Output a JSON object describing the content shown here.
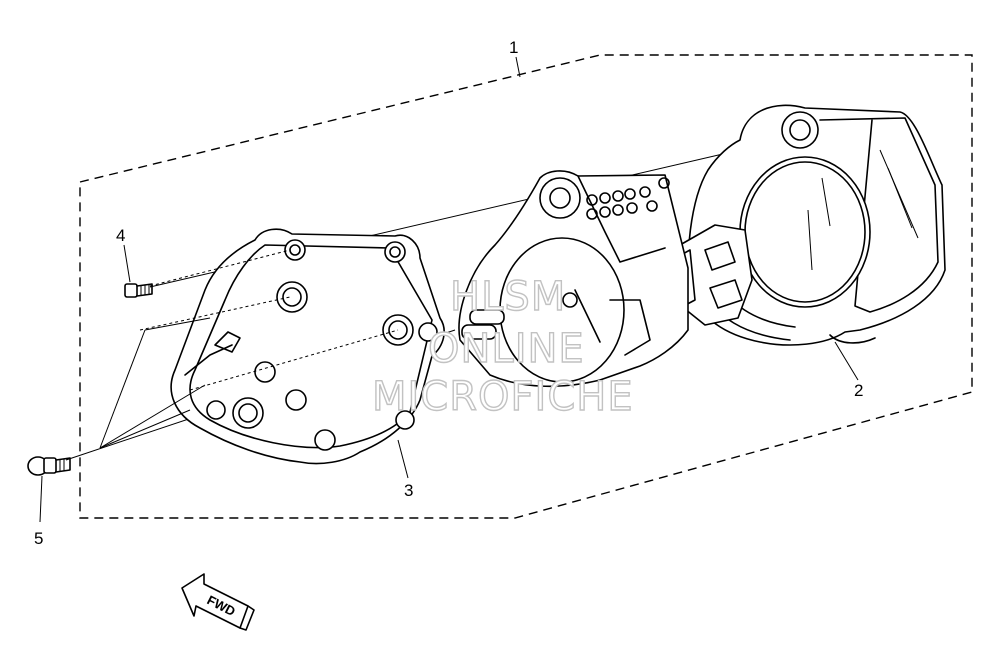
{
  "callouts": {
    "part_1": "1",
    "part_2": "2",
    "part_3": "3",
    "part_4": "4",
    "part_5": "5"
  },
  "fwd_label": "FWD",
  "watermark": {
    "line1": "HLSM",
    "line2": "ONLINE",
    "line3": "MICROFICHE"
  }
}
